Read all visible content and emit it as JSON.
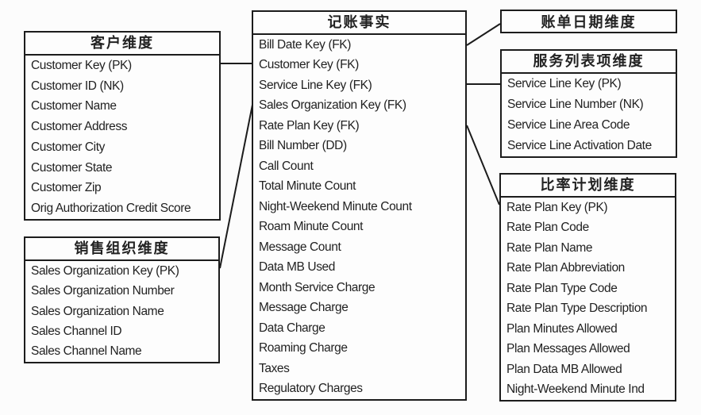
{
  "colors": {
    "line": "#1c1c1c",
    "background": "#fcfcfc",
    "text": "#222222"
  },
  "fact": {
    "title": "记账事实",
    "rows": [
      "Bill Date Key (FK)",
      "Customer Key (FK)",
      "Service Line Key (FK)",
      "Sales Organization Key (FK)",
      "Rate Plan Key (FK)",
      "Bill Number (DD)",
      "Call Count",
      "Total Minute Count",
      "Night-Weekend Minute Count",
      "Roam Minute Count",
      "Message Count",
      "Data MB Used",
      "Month Service Charge",
      "Message Charge",
      "Data Charge",
      "Roaming Charge",
      "Taxes",
      "Regulatory Charges"
    ]
  },
  "customer": {
    "title": "客户维度",
    "rows": [
      "Customer Key (PK)",
      "Customer ID (NK)",
      "Customer Name",
      "Customer Address",
      "Customer City",
      "Customer State",
      "Customer Zip",
      "Orig Authorization Credit Score"
    ]
  },
  "sales_org": {
    "title": "销售组织维度",
    "rows": [
      "Sales Organization Key (PK)",
      "Sales Organization Number",
      "Sales Organization Name",
      "Sales Channel ID",
      "Sales Channel Name"
    ]
  },
  "bill_date": {
    "title": "账单日期维度"
  },
  "service_line": {
    "title": "服务列表项维度",
    "rows": [
      "Service Line Key (PK)",
      "Service Line Number (NK)",
      "Service Line Area Code",
      "Service Line Activation Date"
    ]
  },
  "rate_plan": {
    "title": "比率计划维度",
    "rows": [
      "Rate Plan Key (PK)",
      "Rate Plan Code",
      "Rate Plan Name",
      "Rate Plan Abbreviation",
      "Rate Plan Type Code",
      "Rate Plan Type Description",
      "Plan Minutes Allowed",
      "Plan Messages Allowed",
      "Plan Data MB Allowed",
      "Night-Weekend Minute Ind"
    ]
  }
}
